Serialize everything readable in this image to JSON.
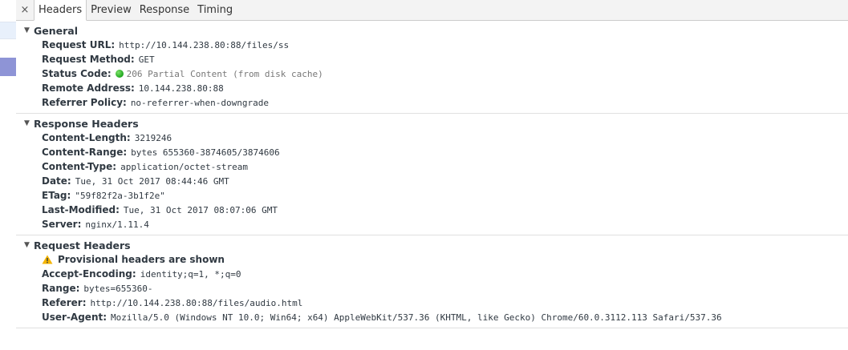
{
  "tabs": {
    "close": "×",
    "items": [
      {
        "label": "Headers",
        "active": true
      },
      {
        "label": "Preview",
        "active": false
      },
      {
        "label": "Response",
        "active": false
      },
      {
        "label": "Timing",
        "active": false
      }
    ]
  },
  "general": {
    "title": "General",
    "rows": [
      {
        "key": "Request URL:",
        "value": "http://10.144.238.80:88/files/ss"
      },
      {
        "key": "Request Method:",
        "value": "GET"
      },
      {
        "key": "Status Code:",
        "value": "206 Partial Content (from disk cache)"
      },
      {
        "key": "Remote Address:",
        "value": "10.144.238.80:88"
      },
      {
        "key": "Referrer Policy:",
        "value": "no-referrer-when-downgrade"
      }
    ]
  },
  "response_headers": {
    "title": "Response Headers",
    "rows": [
      {
        "key": "Content-Length:",
        "value": "3219246"
      },
      {
        "key": "Content-Range:",
        "value": "bytes 655360-3874605/3874606"
      },
      {
        "key": "Content-Type:",
        "value": "application/octet-stream"
      },
      {
        "key": "Date:",
        "value": "Tue, 31 Oct 2017 08:44:46 GMT"
      },
      {
        "key": "ETag:",
        "value": "\"59f82f2a-3b1f2e\""
      },
      {
        "key": "Last-Modified:",
        "value": "Tue, 31 Oct 2017 08:07:06 GMT"
      },
      {
        "key": "Server:",
        "value": "nginx/1.11.4"
      }
    ]
  },
  "request_headers": {
    "title": "Request Headers",
    "warning": "Provisional headers are shown",
    "rows": [
      {
        "key": "Accept-Encoding:",
        "value": "identity;q=1, *;q=0"
      },
      {
        "key": "Range:",
        "value": "bytes=655360-"
      },
      {
        "key": "Referer:",
        "value": "http://10.144.238.80:88/files/audio.html"
      },
      {
        "key": "User-Agent:",
        "value": "Mozilla/5.0 (Windows NT 10.0; Win64; x64) AppleWebKit/537.36 (KHTML, like Gecko) Chrome/60.0.3112.113 Safari/537.36"
      }
    ]
  },
  "colors": {
    "status_ok": "#1ea51e",
    "warning": "#f4b400",
    "selected_row": "#8e94d6"
  },
  "icons": {
    "collapse": "triangle-down-icon",
    "status": "green-dot-icon",
    "warning": "warning-icon",
    "close": "close-icon"
  }
}
